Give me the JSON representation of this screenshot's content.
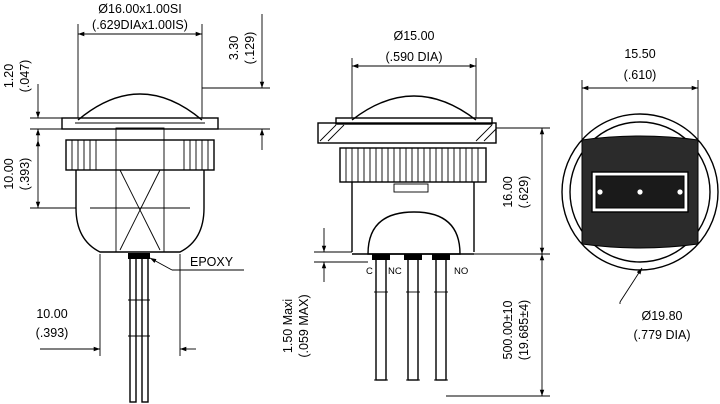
{
  "left_view": {
    "top_dia_mm": "Ø16.00x1.00SI",
    "top_dia_in": "(.629DIAx1.00IS)",
    "cap_h_mm": "3.30",
    "cap_h_in": "(.129)",
    "flange_mm": "1.20",
    "flange_in": "(.047)",
    "body_h_mm": "10.00",
    "body_h_in": "(.393)",
    "bottom_w_mm": "10.00",
    "bottom_w_in": "(.393)",
    "epoxy_label": "EPOXY"
  },
  "center_view": {
    "dia_mm": "Ø15.00",
    "dia_in": "(.590 DIA)",
    "height_mm": "16.00",
    "height_in": "(.629)",
    "gap_mm": "1.50 Maxi",
    "gap_in": "(.059 MAX)",
    "lead_len_mm": "500.00±10",
    "lead_len_in": "(19.685±4)",
    "pin_c": "C",
    "pin_nc": "NC",
    "pin_no": "NO"
  },
  "right_view": {
    "width_mm": "15.50",
    "width_in": "(.610)",
    "dia_mm": "Ø19.80",
    "dia_in": "(.779 DIA)"
  }
}
